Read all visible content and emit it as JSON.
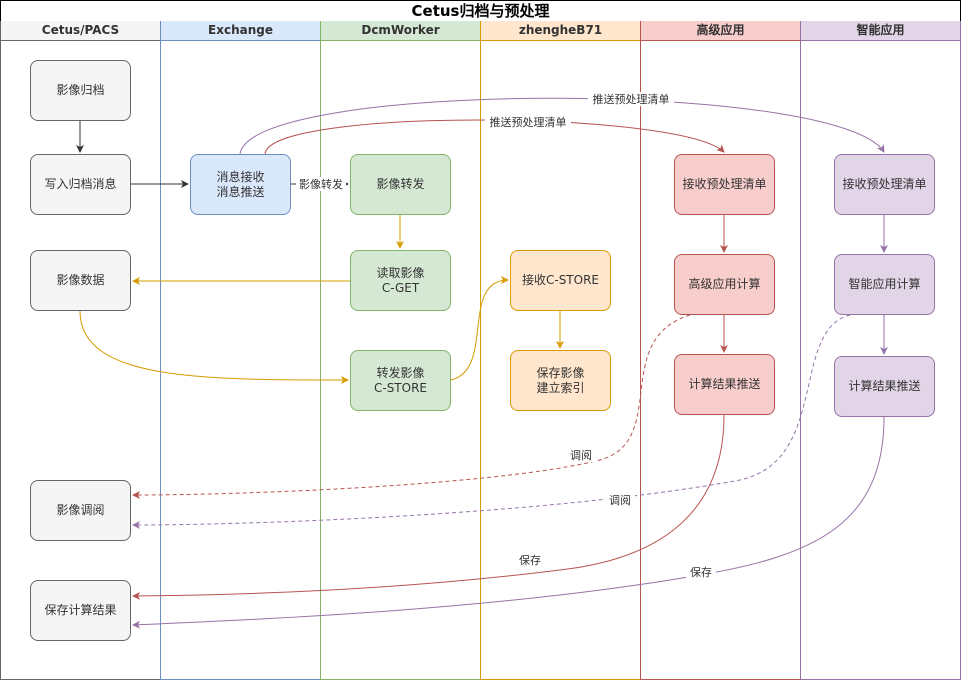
{
  "title": "Cetus归档与预处理",
  "lanes": [
    {
      "label": "Cetus/PACS",
      "fill": "#f5f5f5",
      "stroke": "#666666"
    },
    {
      "label": "Exchange",
      "fill": "#dae8fc",
      "stroke": "#6c8ebf"
    },
    {
      "label": "DcmWorker",
      "fill": "#d5e8d4",
      "stroke": "#82b366"
    },
    {
      "label": "zhengheB71",
      "fill": "#ffe6cc",
      "stroke": "#d79b00"
    },
    {
      "label": "高级应用",
      "fill": "#f8cecc",
      "stroke": "#b85450"
    },
    {
      "label": "智能应用",
      "fill": "#e1d5e7",
      "stroke": "#9673a6"
    }
  ],
  "nodes": {
    "image_archive": "影像归档",
    "write_archive_msg": "写入归档消息",
    "image_data": "影像数据",
    "image_review": "影像调阅",
    "save_results": "保存计算结果",
    "msg_receive_push": "消息接收\n消息推送",
    "image_forward": "影像转发",
    "read_image_cget": "读取影像\nC-GET",
    "forward_image_cstore": "转发影像\nC-STORE",
    "receive_cstore": "接收C-STORE",
    "save_image_index": "保存影像\n建立索引",
    "adv_receive_list": "接收预处理清单",
    "adv_compute": "高级应用计算",
    "adv_push_result": "计算结果推送",
    "ai_receive_list": "接收预处理清单",
    "ai_compute": "智能应用计算",
    "ai_push_result": "计算结果推送"
  },
  "edge_labels": {
    "push_list_ai": "推送预处理清单",
    "push_list_adv": "推送预处理清单",
    "forward": "影像转发",
    "review_adv": "调阅",
    "review_ai": "调阅",
    "save_adv": "保存",
    "save_ai": "保存"
  },
  "colors": {
    "gray_arrow": "#333333",
    "orange_arrow": "#d79b00",
    "red_arrow": "#b85450",
    "purple_arrow": "#9673a6"
  }
}
